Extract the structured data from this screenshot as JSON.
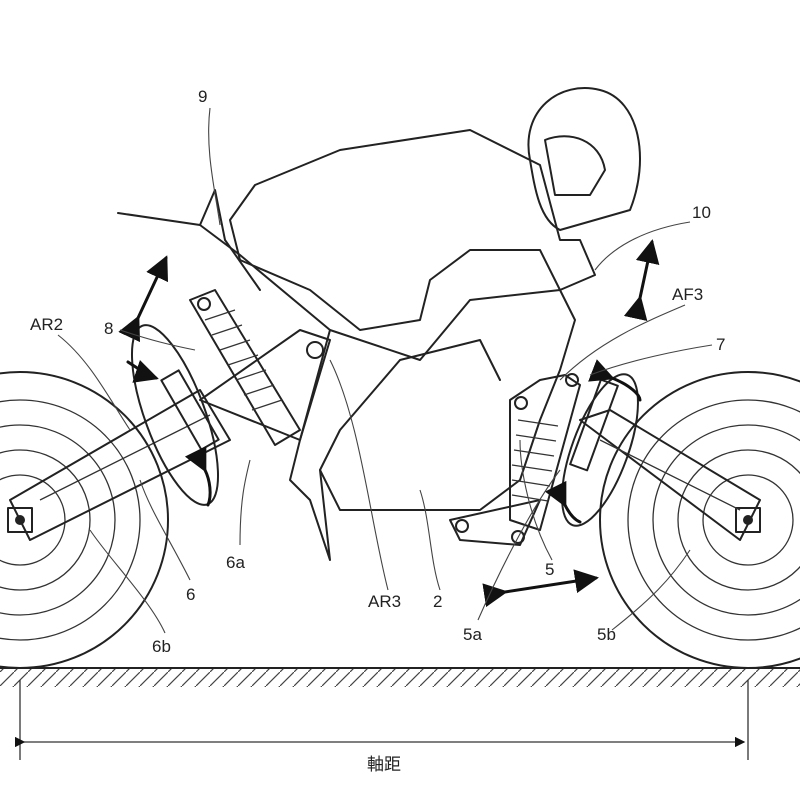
{
  "labels": {
    "l9": "9",
    "l10": "10",
    "af3": "AF3",
    "l7": "7",
    "ar2": "AR2",
    "l8": "8",
    "l6a": "6a",
    "l6": "6",
    "l6b": "6b",
    "ar3": "AR3",
    "l2": "2",
    "l5a": "5a",
    "l5": "5",
    "l5b": "5b"
  },
  "dimension_label": "軸距"
}
